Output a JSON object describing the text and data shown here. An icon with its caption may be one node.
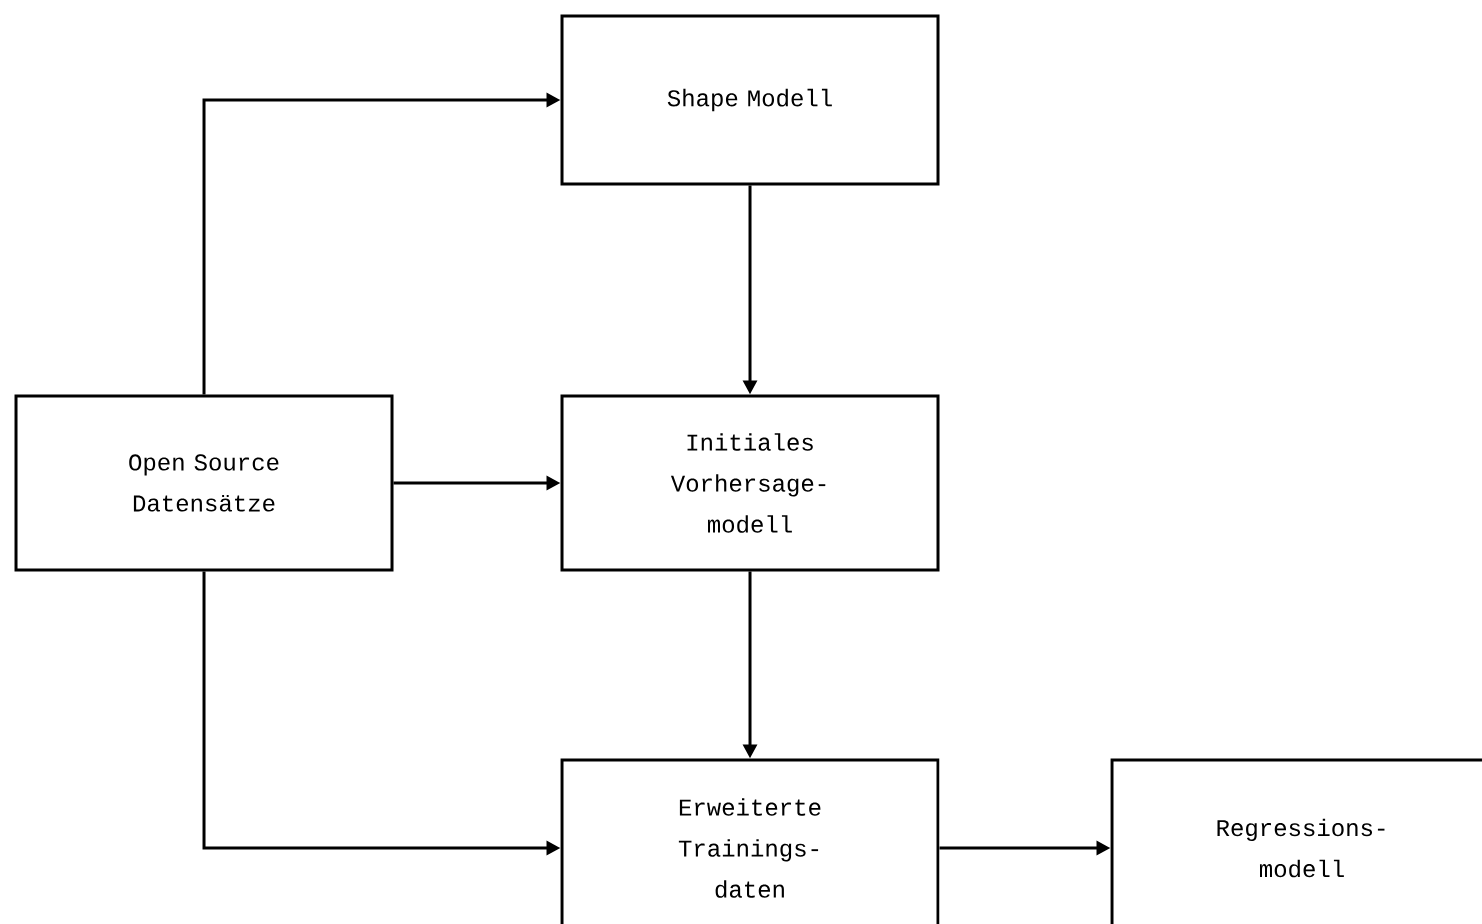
{
  "diagram": {
    "nodes": [
      {
        "text": [
          "Open Source Datensätze"
        ]
      },
      {
        "text": [
          "Shape Modell"
        ]
      },
      {
        "text": [
          "Initiales Vorhersage- modell"
        ]
      },
      {
        "text": [
          "Erweiterte Trainings- daten"
        ]
      },
      {
        "text": [
          "Regressions- modell"
        ]
      }
    ],
    "edges": [
      {
        "from": 0,
        "to": 1,
        "arrow": "to"
      },
      {
        "from": 0,
        "to": 2,
        "arrow": "to"
      },
      {
        "from": 0,
        "to": 3,
        "arrow": "to"
      },
      {
        "from": 1,
        "to": 2,
        "arrow": "to"
      },
      {
        "from": 2,
        "to": 3,
        "arrow": "to"
      },
      {
        "from": 3,
        "to": 4,
        "arrow": "to"
      }
    ]
  }
}
